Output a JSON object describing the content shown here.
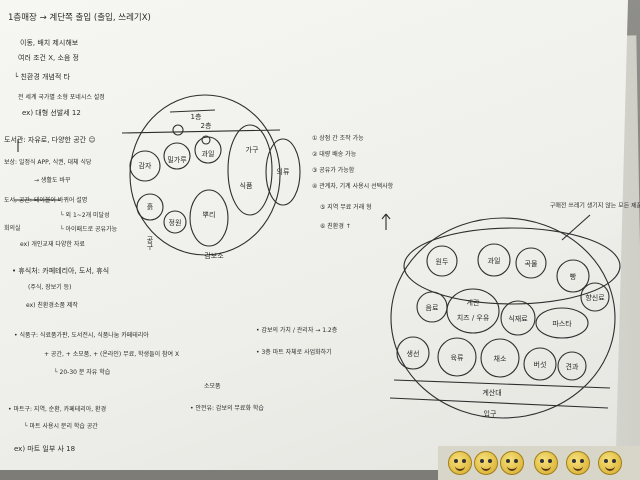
{
  "left_notes": {
    "heading": "1층매장 → 계단쪽 출입 (출입, 쓰레기X)",
    "l2": "이동, 배치 제시해보",
    "l3": "여러 조건 X, 소음 정",
    "l4": "└ 친환경 개념적 타",
    "l5": "전 세계 국가별 소형 포네시스 설정",
    "l6": "ex) 대형 선발세 12",
    "l7": "도서관: 자유로, 다양한 공간 ☺",
    "l8": "보상: 일정식 APP, 식권, 대체 식당",
    "l9": "→ 생활도 바꾸",
    "l10": "도서, 공간: 테이블이 바뀌어 설명",
    "l11": "└ 외 1~2개 미달성",
    "l12": "└ 아이패드로 공유가능",
    "l13": "ex) 개인교재 다양한 자료",
    "l14": "회의실",
    "l15": "• 휴식처: 카페테리아, 도서, 휴식",
    "l16": "(주식, 장보기 등)",
    "l17": "ex) 친환경소품 제작",
    "l18": "• 식품구: 식료품가판, 도서전시, 식품나눔 카페테리아",
    "l19": "+ 공간, + 소모품, + (온라인) 무료, 학생들이 참여 X",
    "l20": "└ 20-30 분 자유 학습",
    "l21": "소모품",
    "l22": "• 마트구: 지역, 순환, 카페테리아, 환경",
    "l23": "└ 마트 사용시 분리 학습 공간",
    "l24": "ex) 마트 일부 사 18"
  },
  "mid_notes": {
    "l1": "• 감보의 가치 / 관리자 → 1.2층",
    "l2": "• 3층 마트 자체로 사업화하기",
    "l3": "• 안전유: 감보의 무료화 학습"
  },
  "right_list": {
    "i1": "① 상점 간 조작 가능",
    "i2": "② 대량 배송 가능",
    "i3": "③ 공유가 가능함",
    "i4": "④ 관계자, 기계 사용시 선택사항",
    "i5": "⑤ 지역 무료 거래 형",
    "i6": "⑥ 친환경 ↑"
  },
  "diagram1": {
    "top_label": "1층",
    "top_label2": "2층",
    "c1": "감자",
    "c2": "밀가루",
    "c3": "과일",
    "c4": "흙",
    "c5": "정원",
    "c6": "뿌리",
    "c7": "가구",
    "c8": "식품",
    "c9": "의류",
    "c10": "공구",
    "bottom": "감보소"
  },
  "diagram2": {
    "top_note": "구매전 쓰레기 생기지 않는 모든 제품",
    "c1": "원두",
    "c2": "과일",
    "c3": "곡물",
    "c4": "빵",
    "c5": "음료",
    "c6": "계란",
    "c7": "치즈 / 우유",
    "c8": "식재료",
    "c9": "파스타",
    "c10": "생선",
    "c11": "육류",
    "c12": "채소",
    "c13": "버섯",
    "c14": "견과",
    "c15": "향신료",
    "band": "계산대",
    "bottom": "입구"
  }
}
